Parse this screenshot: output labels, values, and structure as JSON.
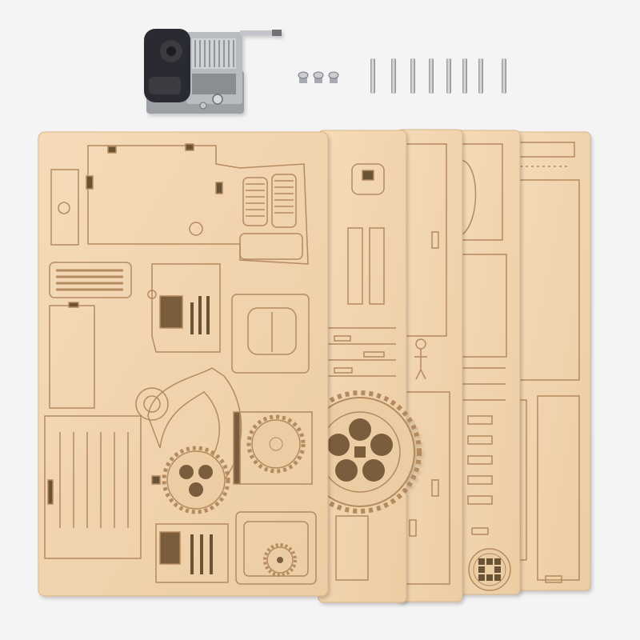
{
  "scene": {
    "subject": "wooden-music-box-kit",
    "background_color": "#f4f4f4",
    "wood_color": "#f0d3ad",
    "wood_edge_color": "#d9b68c",
    "laser_line_color": "#b48a5e",
    "metal_color": "#a9acb0",
    "dark_plastic_color": "#2c2c30"
  },
  "items": {
    "music_movement": 1,
    "small_screws": 3,
    "metal_pins": 8,
    "wooden_sheets": 5,
    "large_gears": 2,
    "small_gears": 3
  }
}
